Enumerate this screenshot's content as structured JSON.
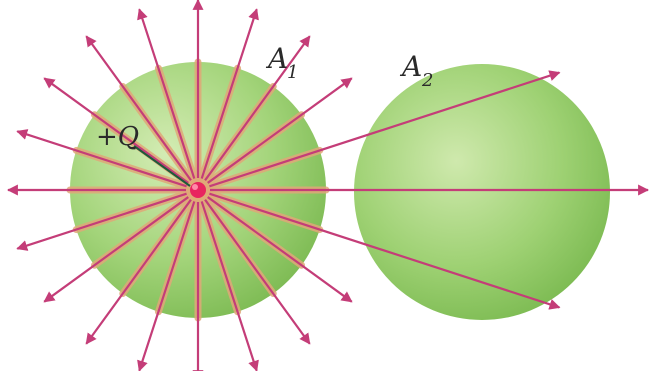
{
  "labels": {
    "charge": "+Q",
    "surface1": "A",
    "surface1_sub": "1",
    "surface2": "A",
    "surface2_sub": "2"
  },
  "colors": {
    "sphere_light": "#c9e7a6",
    "sphere_mid": "#99d06f",
    "sphere_dark": "#6fb447",
    "field_line": "#c43d78",
    "inner_ray": "#e0a878",
    "charge": "#e8245f"
  }
}
